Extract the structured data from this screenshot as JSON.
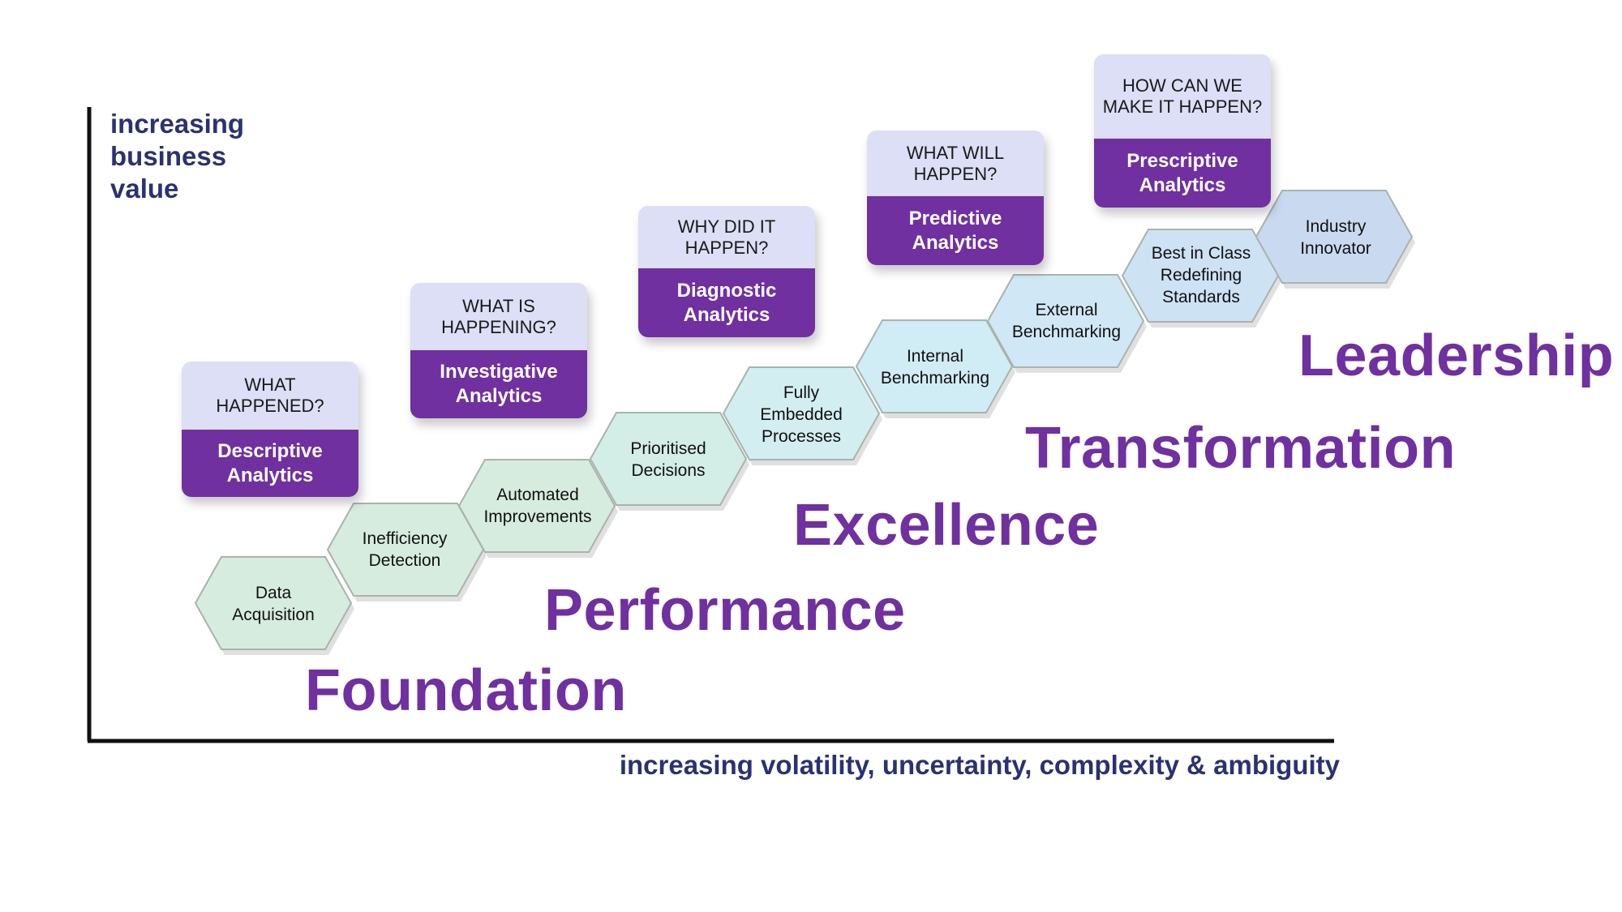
{
  "axes": {
    "y_label": "increasing business value",
    "x_label": "increasing volatility, uncertainty, complexity & ambiguity"
  },
  "stages": [
    "Foundation",
    "Performance",
    "Excellence",
    "Transformation",
    "Leadership"
  ],
  "analytics": [
    {
      "question": "WHAT HAPPENED?",
      "name": "Descriptive Analytics"
    },
    {
      "question": "WHAT IS HAPPENING?",
      "name": "Investigative Analytics"
    },
    {
      "question": "WHY DID IT HAPPEN?",
      "name": "Diagnostic Analytics"
    },
    {
      "question": "WHAT WILL HAPPEN?",
      "name": "Predictive Analytics"
    },
    {
      "question": "HOW CAN WE MAKE IT HAPPEN?",
      "name": "Prescriptive Analytics"
    }
  ],
  "steps": [
    {
      "label": "Data Acquisition",
      "fill": "#d6ecdf"
    },
    {
      "label": "Inefficiency Detection",
      "fill": "#d6ecdf"
    },
    {
      "label": "Automated Improvements",
      "fill": "#d6ecdf"
    },
    {
      "label": "Prioritised Decisions",
      "fill": "#d3ede7"
    },
    {
      "label": "Fully Embedded Processes",
      "fill": "#d2eef0"
    },
    {
      "label": "Internal Benchmarking",
      "fill": "#d0ecf4"
    },
    {
      "label": "External Benchmarking",
      "fill": "#d0e8f6"
    },
    {
      "label": "Best in Class Redefining Standards",
      "fill": "#cde2f3"
    },
    {
      "label": "Industry Innovator",
      "fill": "#c9daf0"
    }
  ],
  "colors": {
    "accent_purple": "#7030a0",
    "axis_text_navy": "#2b3271",
    "card_question_bg": "#dcdff5",
    "hex_border": "#a9b3ad"
  }
}
